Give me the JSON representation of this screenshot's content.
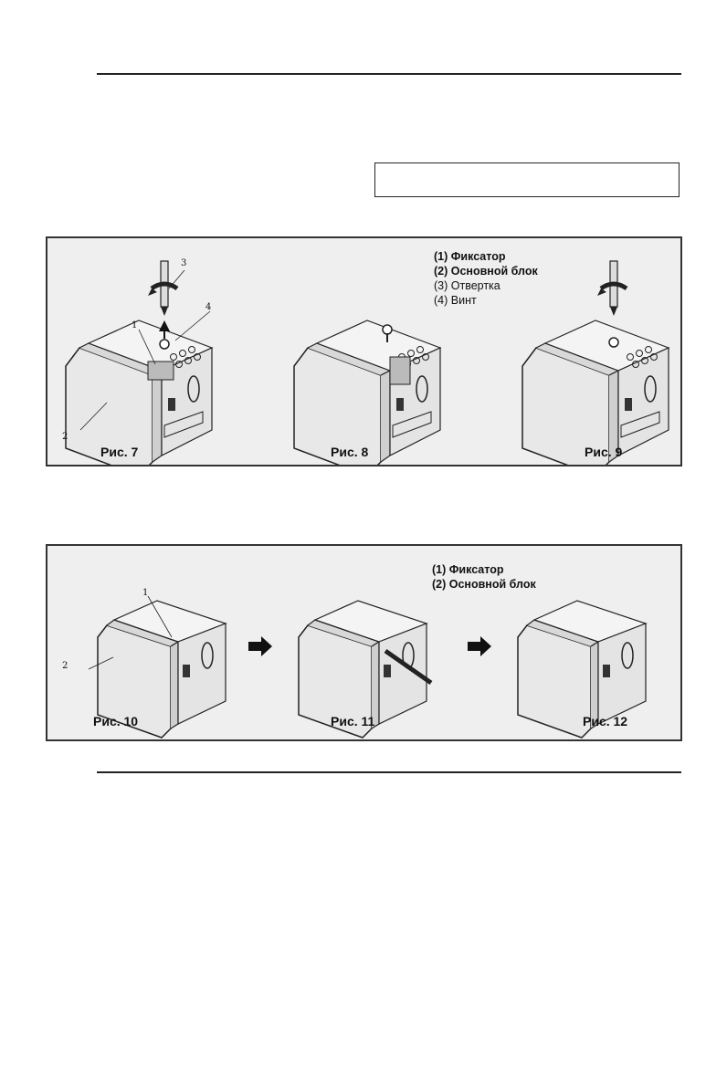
{
  "figure_group_1": {
    "legend": [
      "(1) Фиксатор",
      "(2) Основной блок",
      "(3) Отвертка",
      "(4) Винт"
    ],
    "captions": [
      "Рис. 7",
      "Рис. 8",
      "Рис. 9"
    ],
    "callouts": [
      "1",
      "2",
      "3",
      "4"
    ]
  },
  "figure_group_2": {
    "legend": [
      "(1) Фиксатор",
      "(2) Основной блок"
    ],
    "captions": [
      "Рис. 10",
      "Рис. 11",
      "Рис. 12"
    ],
    "callouts": [
      "1",
      "2"
    ]
  }
}
